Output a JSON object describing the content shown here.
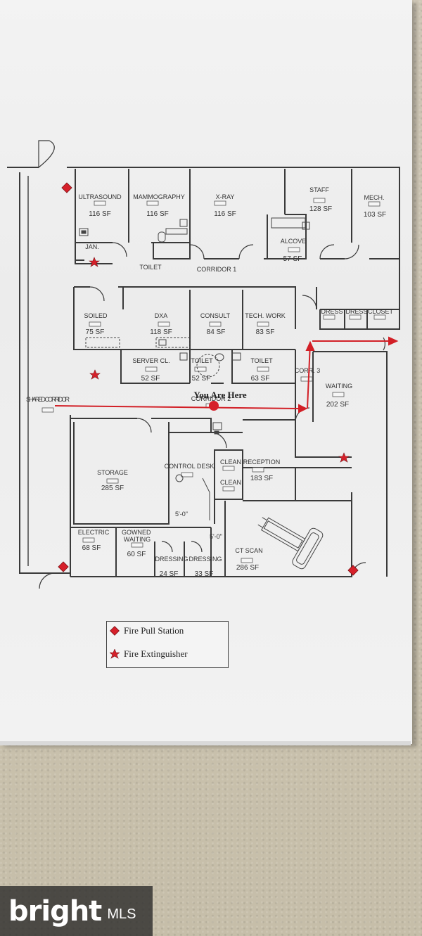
{
  "rooms": [
    {
      "name": "ULTRASOUND",
      "area": "116 SF"
    },
    {
      "name": "MAMMOGRAPHY",
      "area": "116 SF"
    },
    {
      "name": "X-RAY",
      "area": "116 SF"
    },
    {
      "name": "STAFF",
      "area": "128 SF"
    },
    {
      "name": "MECH.",
      "area": "103 SF"
    },
    {
      "name": "JAN.",
      "area": ""
    },
    {
      "name": "ALCOVE",
      "area": "57 SF"
    },
    {
      "name": "TOILET",
      "area": ""
    },
    {
      "name": "CORRIDOR 1",
      "area": ""
    },
    {
      "name": "SOILED",
      "area": "75 SF"
    },
    {
      "name": "DXA",
      "area": "118 SF"
    },
    {
      "name": "CONSULT",
      "area": "84 SF"
    },
    {
      "name": "TECH. WORK",
      "area": "83 SF"
    },
    {
      "name": "DRESS",
      "area": ""
    },
    {
      "name": "DRESS",
      "area": ""
    },
    {
      "name": "CLOSET",
      "area": ""
    },
    {
      "name": "SERVER CL.",
      "area": "52 SF"
    },
    {
      "name": "TOILET",
      "area": "52 SF"
    },
    {
      "name": "TOILET",
      "area": "63 SF"
    },
    {
      "name": "CORR. 3",
      "area": ""
    },
    {
      "name": "SHARED CORRIDOR",
      "area": ""
    },
    {
      "name": "CORRIDOR 2",
      "area": ""
    },
    {
      "name": "WAITING",
      "area": "202 SF"
    },
    {
      "name": "STORAGE",
      "area": "285 SF"
    },
    {
      "name": "CONTROL DESK",
      "area": ""
    },
    {
      "name": "CLEAN",
      "area": ""
    },
    {
      "name": "CLEAN",
      "area": ""
    },
    {
      "name": "RECEPTION",
      "area": "183 SF"
    },
    {
      "name": "ELECTRIC",
      "area": "68 SF"
    },
    {
      "name": "GOWNED WAITING",
      "area": "60 SF"
    },
    {
      "name": "DRESSING",
      "area": "24 SF"
    },
    {
      "name": "DRESSING",
      "area": "33 SF"
    },
    {
      "name": "CT SCAN",
      "area": "286 SF"
    }
  ],
  "dimensions": [
    "5'-0\"",
    "5'-0\""
  ],
  "you_are_here": "You Are Here",
  "legend": {
    "pull_station": "Fire Pull Station",
    "extinguisher": "Fire Extinguisher"
  },
  "watermark": {
    "brand": "bright",
    "suffix": "MLS"
  },
  "colors": {
    "route": "#d21f26",
    "marker": "#d6202a",
    "wall": "#3a3a3a",
    "board": "#f0f0f0"
  }
}
